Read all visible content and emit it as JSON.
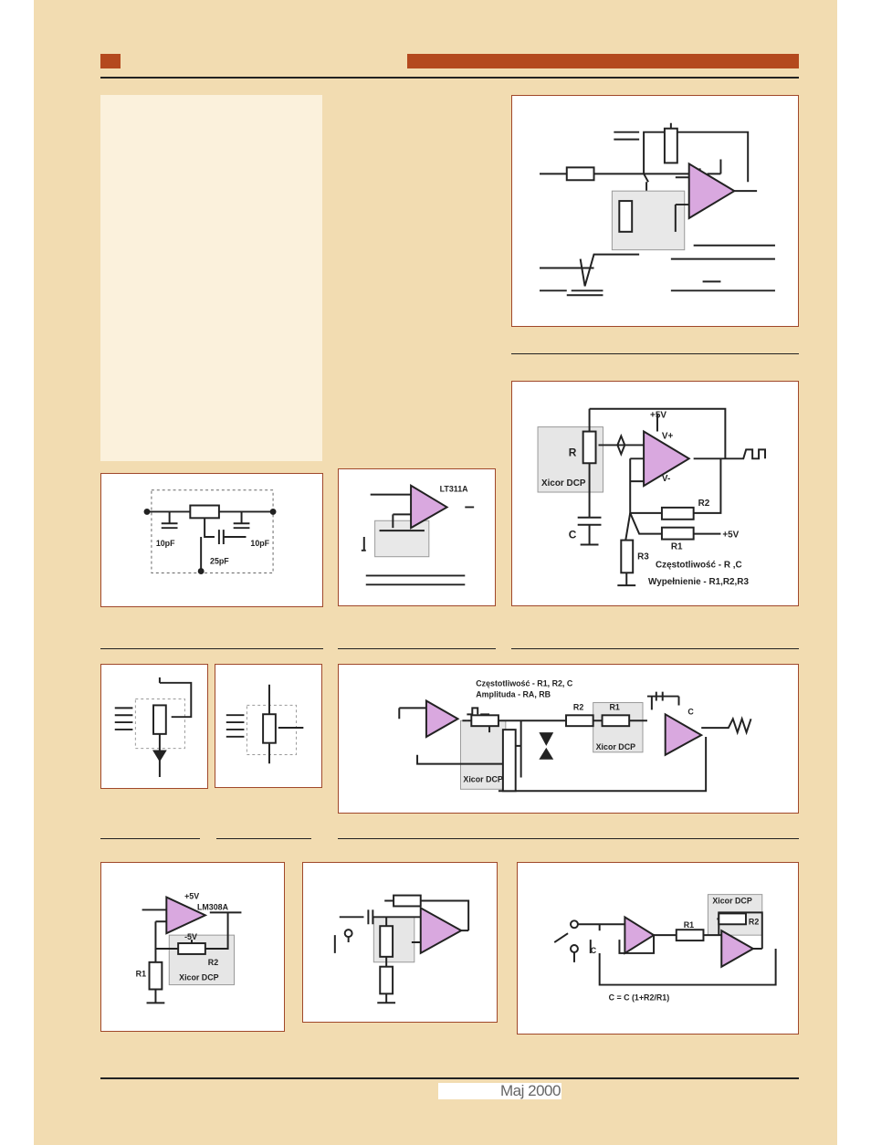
{
  "footer": {
    "issue": "Maj 2000"
  },
  "figures": {
    "sqrt": {},
    "filter": {
      "c1": "10pF",
      "c2": "10pF",
      "c3": "25pF"
    },
    "comparator": {
      "ic": "LT311A"
    },
    "astable": {
      "supply_pos": "+5V",
      "vplus": "V+",
      "vminus": "V-",
      "r": "R",
      "c": "C",
      "r1": "R1",
      "r2": "R2",
      "r3": "R3",
      "plus5": "+5V",
      "xicor": "Xicor DCP",
      "note1": "Częstotliwość - R ,C",
      "note2": "Wypełnienie - R1,R2,R3"
    },
    "triangle": {
      "note1": "Częstotliwość - R1, R2, C",
      "note2": "Amplituda - RA, RB",
      "r2": "R2",
      "r1": "R1",
      "c": "C",
      "xicor1": "Xicor DCP",
      "xicor2": "Xicor DCP"
    },
    "gain": {
      "plus5": "+5V",
      "minus5": "-5V",
      "ic": "LM308A",
      "r1": "R1",
      "r2": "R2",
      "xicor": "Xicor DCP"
    },
    "capmult": {
      "c": "C",
      "r1": "R1",
      "r2": "R2",
      "xicor": "Xicor DCP",
      "formula": "C = C (1+R2/R1)"
    }
  }
}
